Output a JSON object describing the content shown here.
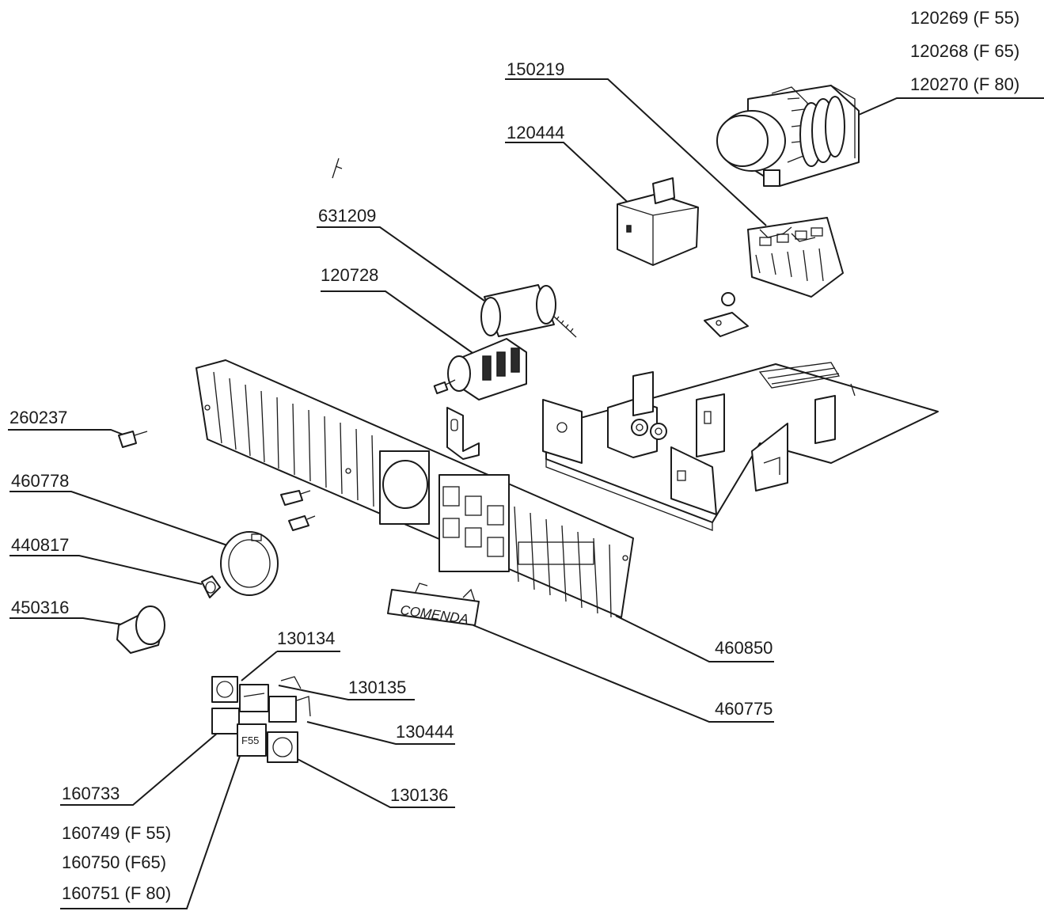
{
  "labels": {
    "p120269": "120269  (F 55)",
    "p120268": "120268  (F 65)",
    "p120270": "120270  (F 80)",
    "p150219": "150219",
    "p120444": "120444",
    "p631209": "631209",
    "p120728": "120728",
    "p260237": "260237",
    "p460778": "460778",
    "p440817": "440817",
    "p450316": "450316",
    "p130134": "130134",
    "p130135": "130135",
    "p130444": "130444",
    "p160733": "160733",
    "p130136": "130136",
    "p160749": "160749 (F 55)",
    "p160750": "160750 (F65)",
    "p160751": "160751 (F 80)",
    "p460850": "460850",
    "p460775": "460775"
  },
  "panel": {
    "logo": "COMENDA",
    "button_badge": "F55"
  }
}
